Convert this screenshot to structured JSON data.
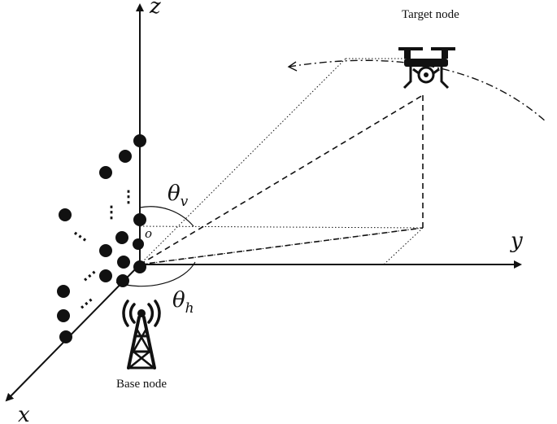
{
  "labels": {
    "axis_x": "x",
    "axis_y": "y",
    "axis_z": "z",
    "origin": "o",
    "theta_v_symbol": "θ",
    "theta_v_sub": "v",
    "theta_h_symbol": "θ",
    "theta_h_sub": "h",
    "target_node": "Target node",
    "base_node": "Base node",
    "ellipsis": "⋮",
    "ellipsis_h": "⋯"
  },
  "icons": {
    "target": "drone-icon",
    "base": "antenna-tower-icon"
  },
  "colors": {
    "ink": "#111111",
    "background": "#ffffff"
  }
}
